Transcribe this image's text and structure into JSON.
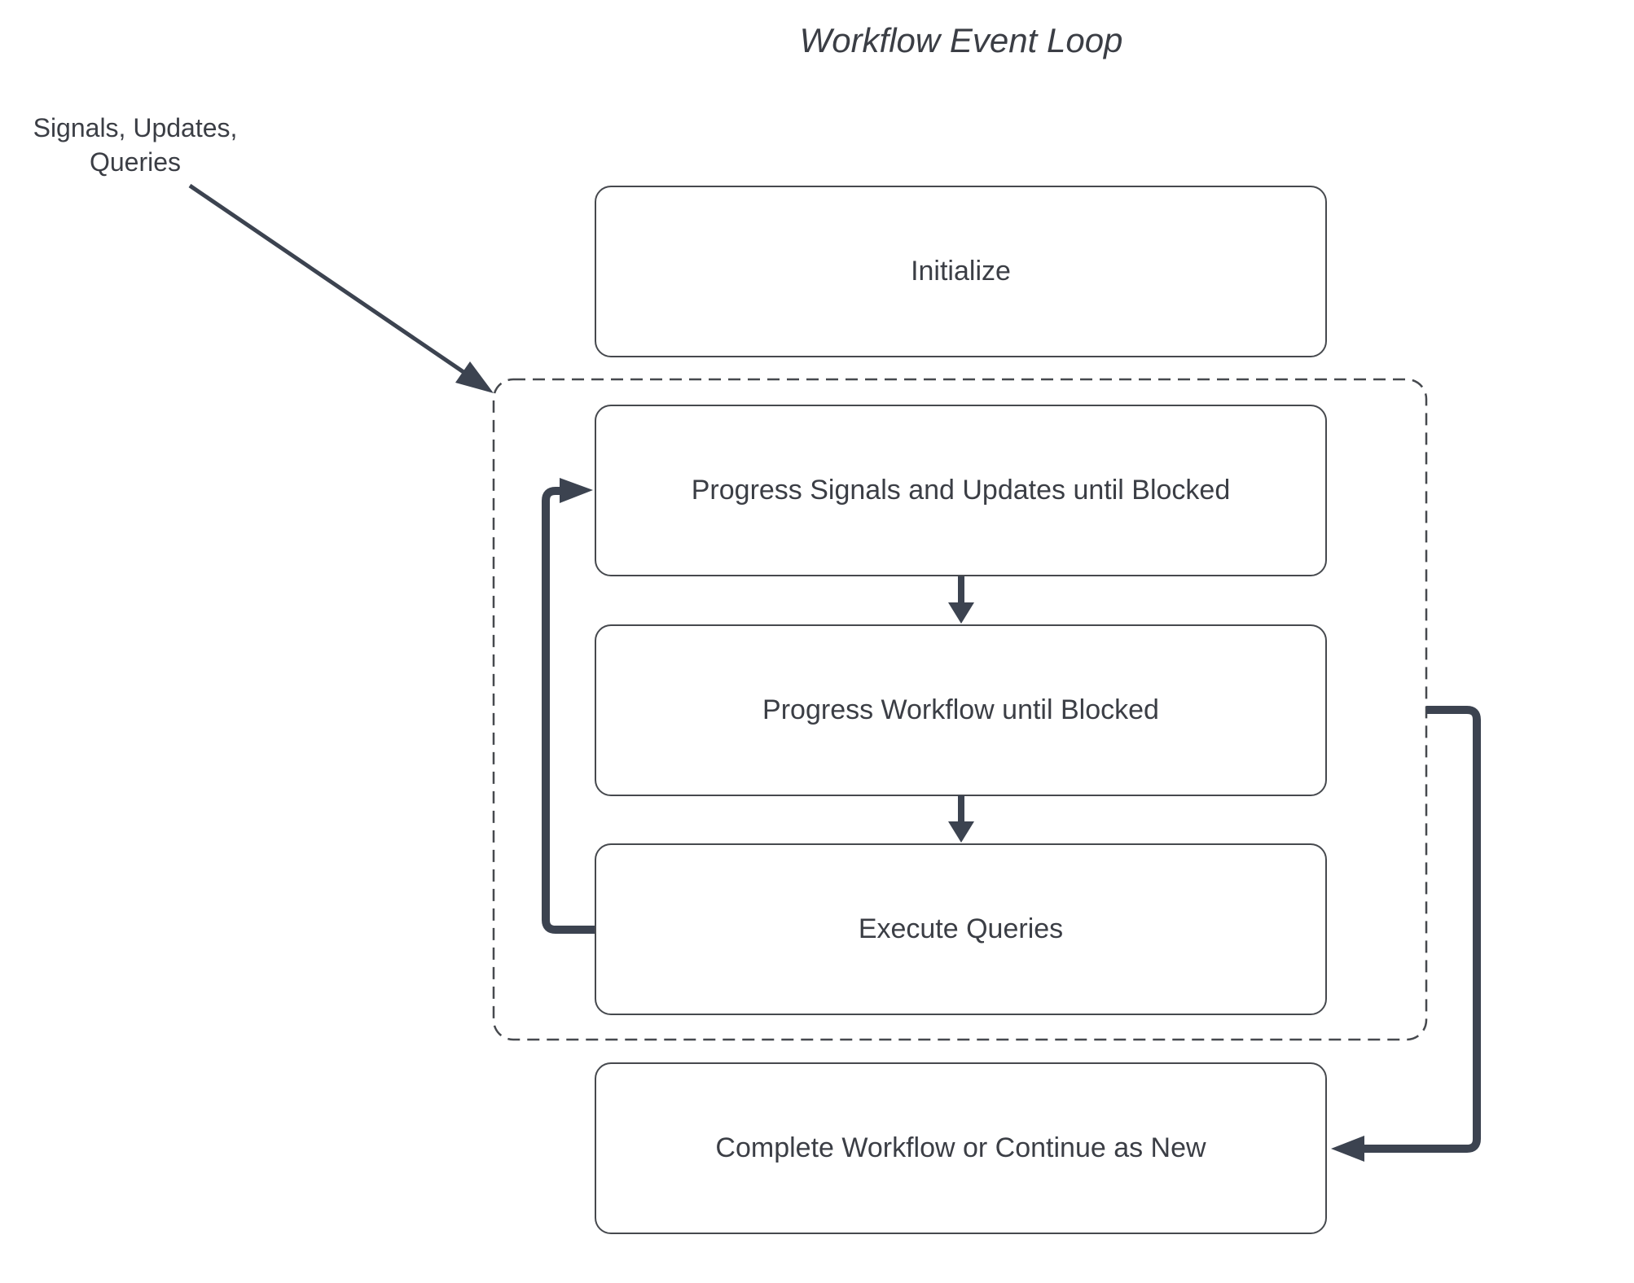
{
  "title": "Workflow Event Loop",
  "annotation": {
    "line1": "Signals, Updates,",
    "line2": "Queries"
  },
  "nodes": [
    {
      "id": "initialize",
      "label": "Initialize"
    },
    {
      "id": "progress-signals",
      "label": "Progress Signals and Updates until Blocked"
    },
    {
      "id": "progress-workflow",
      "label": "Progress Workflow until Blocked"
    },
    {
      "id": "execute-queries",
      "label": "Execute Queries"
    },
    {
      "id": "complete",
      "label": "Complete Workflow or Continue as New"
    }
  ],
  "edges": [
    {
      "from": "signals-updates-queries-annotation",
      "to": "event-loop-container"
    },
    {
      "from": "progress-signals",
      "to": "progress-workflow"
    },
    {
      "from": "progress-workflow",
      "to": "execute-queries"
    },
    {
      "from": "execute-queries",
      "to": "progress-signals"
    },
    {
      "from": "event-loop-container",
      "to": "complete"
    }
  ],
  "theme": {
    "connector_color": "#3c4350",
    "box_border_color": "#46494e",
    "text_color": "#3b3e45",
    "background_color": "#ffffff"
  }
}
